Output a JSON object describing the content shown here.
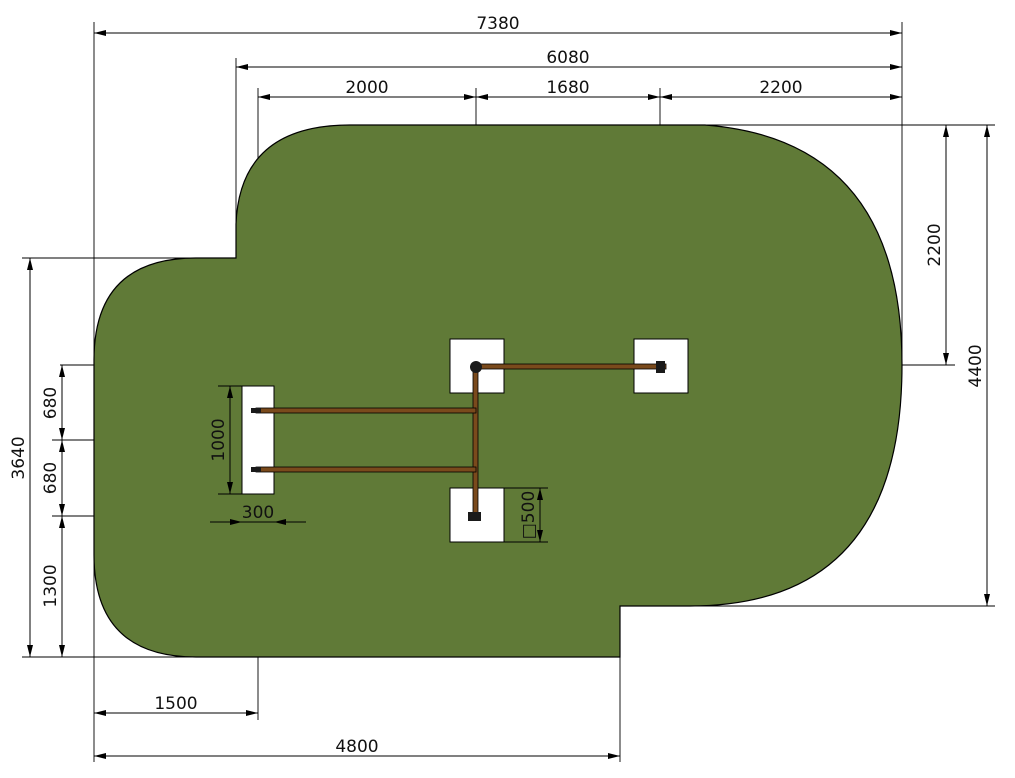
{
  "colors": {
    "surface_fill": "#607a37",
    "outline": "#000000",
    "footing_fill": "#ffffff",
    "bar_fill": "#7a4a1c",
    "post": "#1a1a1a"
  },
  "dimensions": {
    "overall_width": "7380",
    "width_from_notch": "6080",
    "gap_bench_to_post": "2000",
    "gap_post_to_post": "1680",
    "gap_post_to_right_edge": "2200",
    "right_upper_height": "2200",
    "right_total_height": "4400",
    "left_total_height": "3640",
    "left_offset_top": "680",
    "left_offset_middle": "680",
    "left_offset_bottom": "1300",
    "bench_length": "1000",
    "bench_width": "300",
    "footing_size": "□500",
    "bottom_left_offset": "1500",
    "bottom_width": "4800"
  }
}
